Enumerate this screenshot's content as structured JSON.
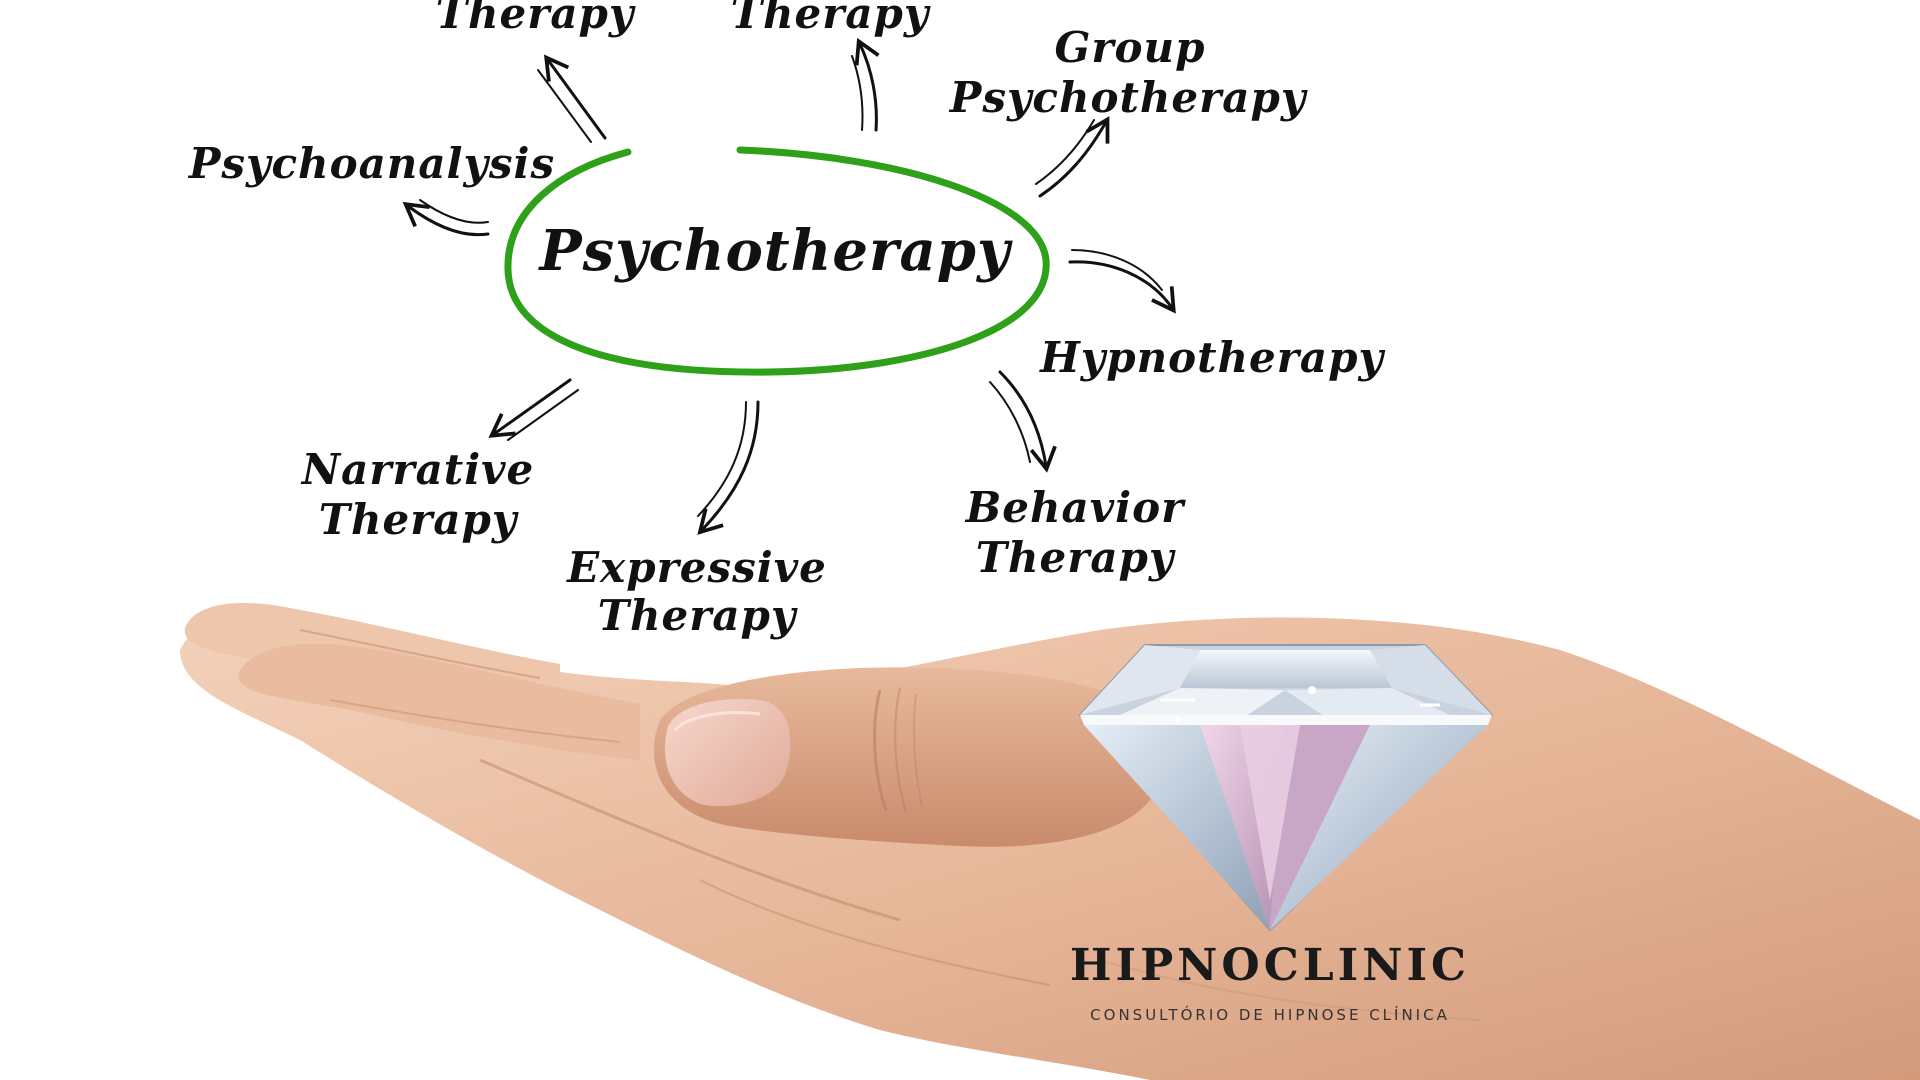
{
  "diagram": {
    "center": "Psychotherapy",
    "accent_color": "#2ea01a",
    "branches": [
      {
        "id": "top-left",
        "lines": [
          "Therapy"
        ]
      },
      {
        "id": "top",
        "lines": [
          "Therapy"
        ]
      },
      {
        "id": "group",
        "lines": [
          "Group",
          "Psychotherapy"
        ]
      },
      {
        "id": "psychoanalysis",
        "lines": [
          "Psychoanalysis"
        ]
      },
      {
        "id": "hypnotherapy",
        "lines": [
          "Hypnotherapy"
        ]
      },
      {
        "id": "narrative",
        "lines": [
          "Narrative",
          "Therapy"
        ]
      },
      {
        "id": "expressive",
        "lines": [
          "Expressive",
          "Therapy"
        ]
      },
      {
        "id": "behavior",
        "lines": [
          "Behavior",
          "Therapy"
        ]
      }
    ]
  },
  "brand": {
    "name": "HIPNOCLINIC",
    "tagline": "CONSULTÓRIO DE HIPNOSE CLÍNICA",
    "logo_icon": "diamond-icon"
  },
  "photo": {
    "subject": "open-palm-hand"
  }
}
